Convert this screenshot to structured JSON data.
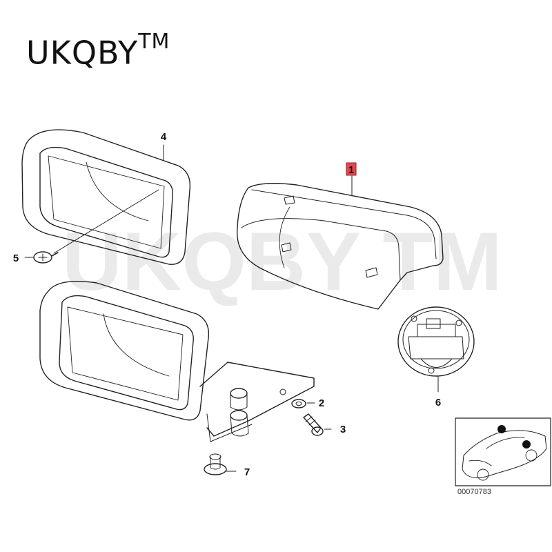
{
  "brand": {
    "name": "UKQBY",
    "mark": "TM"
  },
  "watermark": "UKQBY TM",
  "callouts": {
    "c1": "1",
    "c2": "2",
    "c3": "3",
    "c4": "4",
    "c5": "5",
    "c6": "6",
    "c7": "7"
  },
  "reference_number": "00070783",
  "colors": {
    "highlight": "#e0484e",
    "line": "#222222",
    "watermark": "#d9d9d9"
  }
}
